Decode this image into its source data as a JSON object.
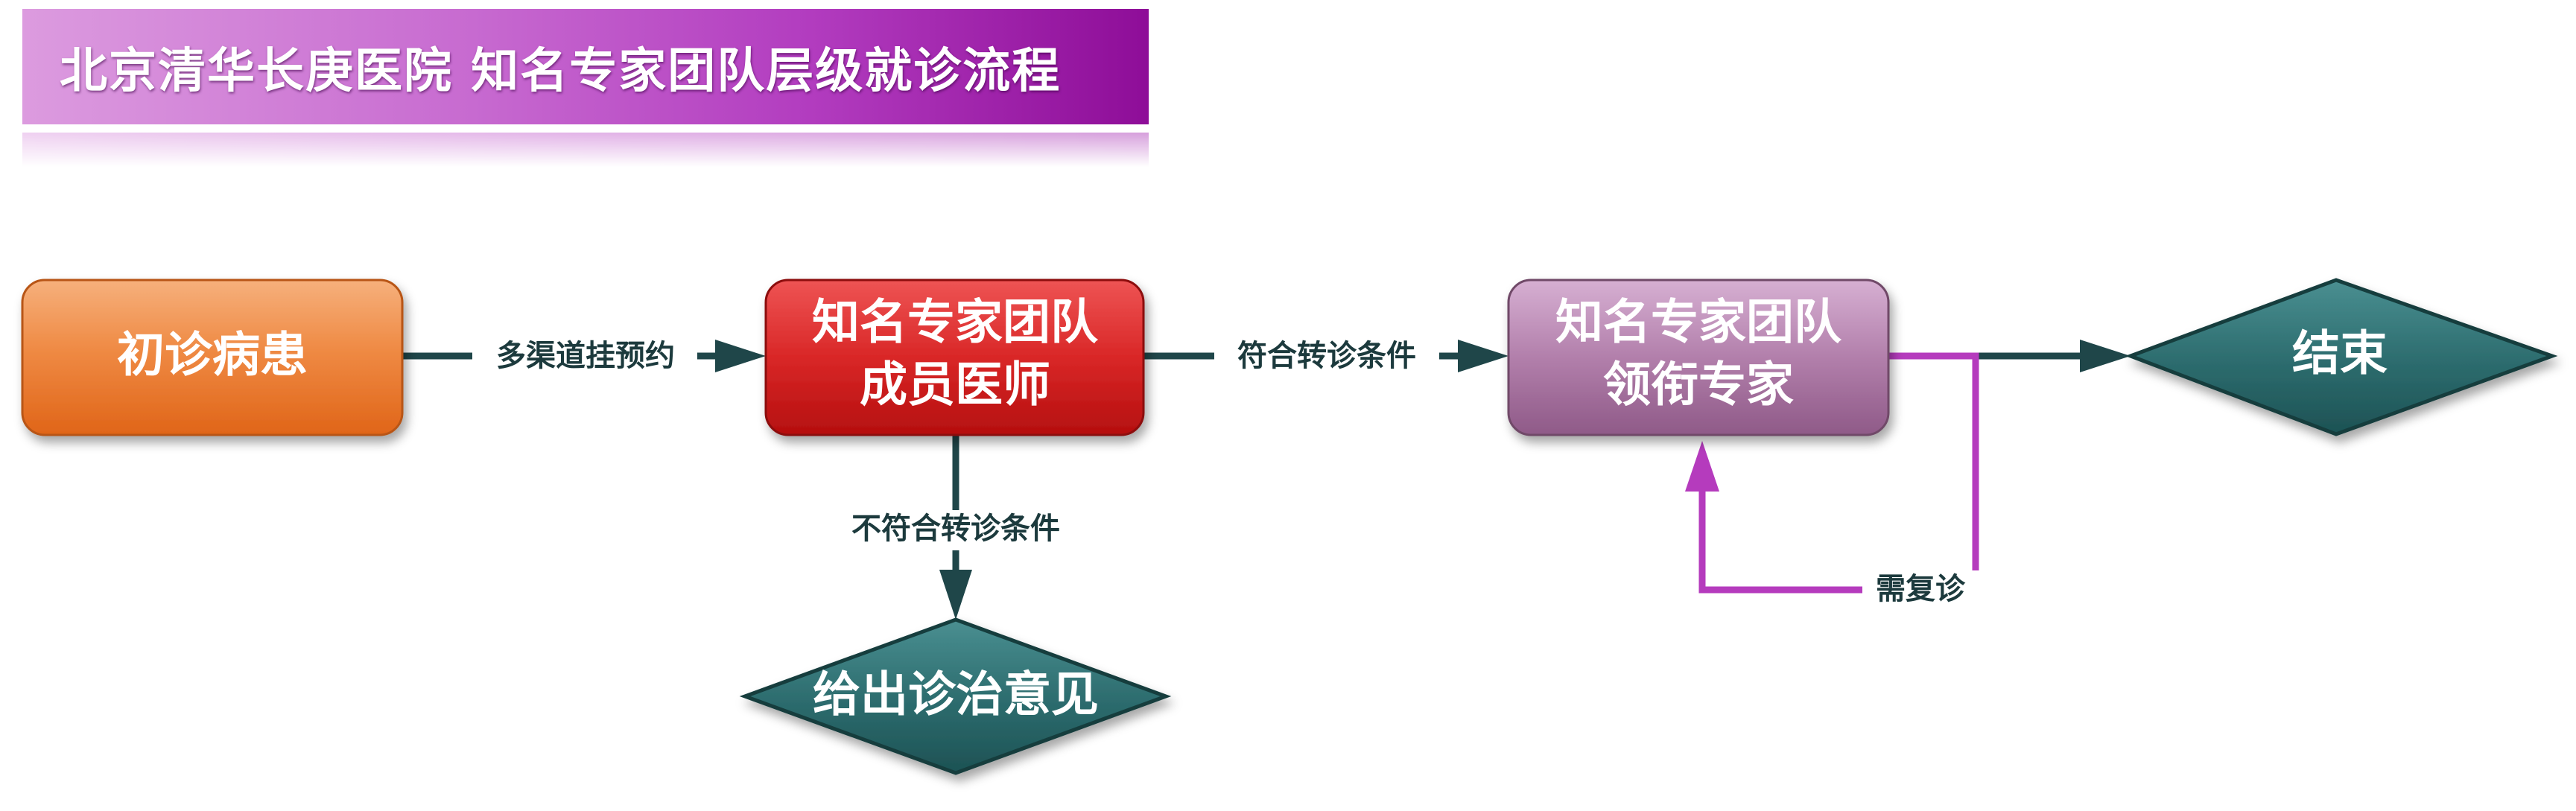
{
  "title": "北京清华长庚医院  知名专家团队层级就诊流程",
  "nodes": {
    "first_visit": "初诊病患",
    "member_line1": "知名专家团队",
    "member_line2": "成员医师",
    "leader_line1": "知名专家团队",
    "leader_line2": "领衔专家",
    "end": "结束",
    "advice": "给出诊治意见"
  },
  "edges": {
    "appointment": "多渠道挂预约",
    "meets_criteria": "符合转诊条件",
    "not_meets_criteria": "不符合转诊条件",
    "revisit": "需复诊"
  },
  "colors": {
    "title_gradient_start": "#dc9bdf",
    "title_gradient_end": "#8e0d98",
    "orange_node": "#e97a32",
    "red_node": "#d92a2a",
    "purple_node": "#a9709f",
    "teal_diamond": "#2e6e6f",
    "arrow": "#1f4649",
    "revisit_arrow": "#b53bbd"
  }
}
